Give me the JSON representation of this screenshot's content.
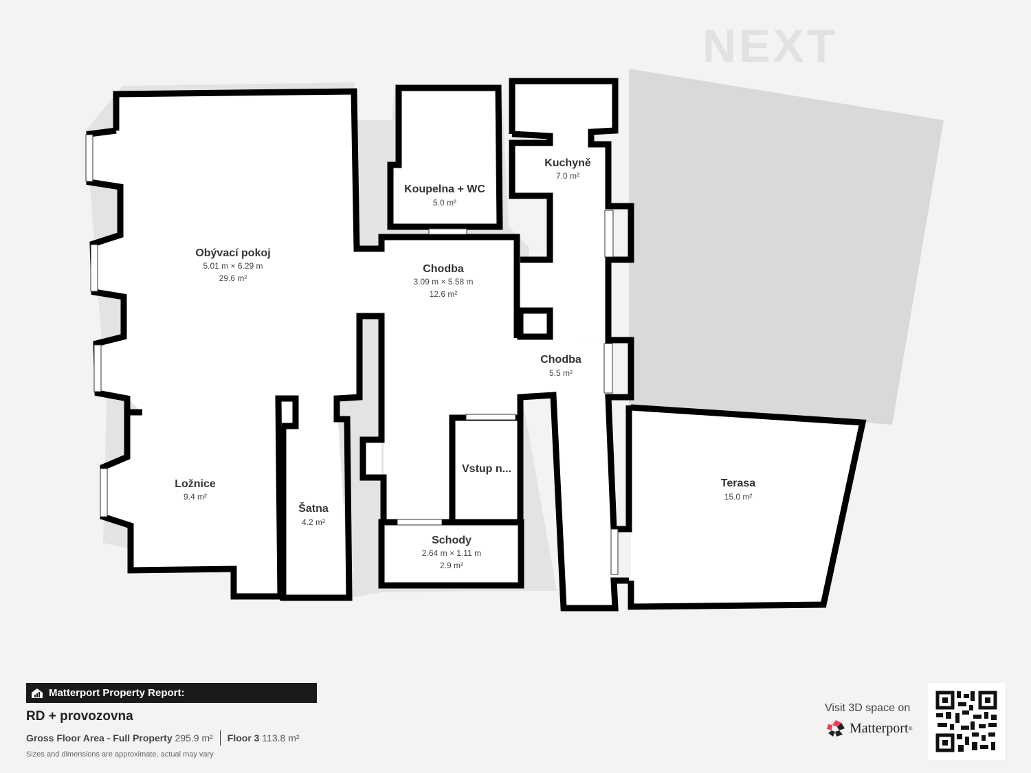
{
  "logo": {
    "text": "NEXT"
  },
  "rooms": [
    {
      "name": "Obývací pokoj",
      "dims": "5.01 m × 6.29 m",
      "area": "29.6 m²"
    },
    {
      "name": "Koupelna + WC",
      "area": "5.0 m²"
    },
    {
      "name": "Kuchyně",
      "area": "7.0 m²"
    },
    {
      "name": "Chodba",
      "dims": "3.09 m × 5.58 m",
      "area": "12.6 m²"
    },
    {
      "name": "Chodba",
      "area": "5.5 m²"
    },
    {
      "name": "Ložnice",
      "area": "9.4 m²"
    },
    {
      "name": "Šatna",
      "area": "4.2 m²"
    },
    {
      "name": "Vstup n..."
    },
    {
      "name": "Schody",
      "dims": "2.64 m × 1.11 m",
      "area": "2.9 m²"
    },
    {
      "name": "Terasa",
      "area": "15.0 m²"
    }
  ],
  "report": {
    "header": "Matterport Property Report:",
    "title": "RD + provozovna",
    "gross_label": "Gross Floor Area - Full Property",
    "gross_value": "295.9 m²",
    "floor_label": "Floor 3",
    "floor_value": "113.8 m²",
    "disclaimer": "Sizes and dimensions are approximate, actual may vary"
  },
  "visit": {
    "text": "Visit 3D space on",
    "brand": "Matterport",
    "mark": "®"
  },
  "colors": {
    "background": "#f4f3f2",
    "wall": "#000000",
    "shadow": "#d8d8d8",
    "brand": "#e8425a"
  }
}
